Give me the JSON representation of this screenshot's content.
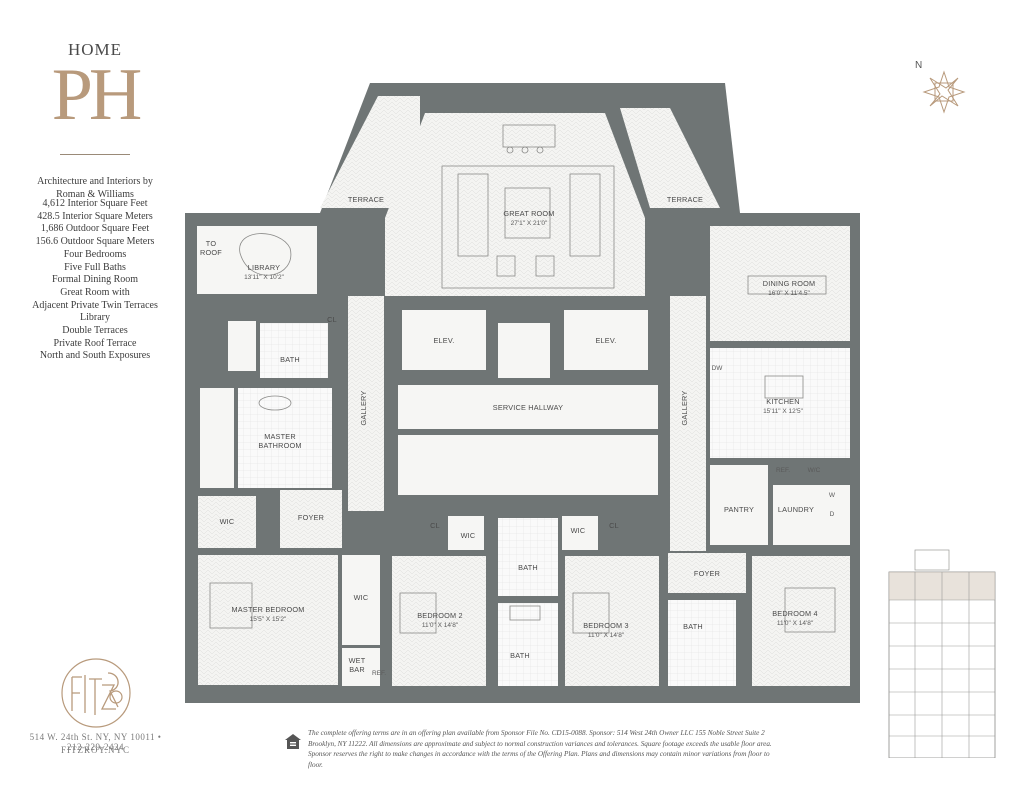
{
  "header": {
    "home_label": "HOME",
    "unit_label": "PH"
  },
  "credit": {
    "line1": "Architecture and Interiors by",
    "line2": "Roman & Williams"
  },
  "features": [
    "4,612 Interior Square Feet",
    "428.5 Interior Square Meters",
    "1,686 Outdoor Square Feet",
    "156.6 Outdoor Square Meters",
    "Four Bedrooms",
    "Five Full Baths",
    "Formal Dining Room",
    "Great Room with",
    "Adjacent Private Twin Terraces",
    "Library",
    "Double Terraces",
    "Private Roof Terrace",
    "North and South Exposures"
  ],
  "compass": {
    "north_label": "N"
  },
  "rooms": {
    "great_room": {
      "name": "GREAT ROOM",
      "dims": "27'1\" X 21'0\""
    },
    "library": {
      "name": "LIBRARY",
      "dims": "13'11\" X 10'2\""
    },
    "to_roof": {
      "line1": "TO",
      "line2": "ROOF"
    },
    "terrace_left": "TERRACE",
    "terrace_right": "TERRACE",
    "dining_room": {
      "name": "DINING ROOM",
      "dims": "16'0\" X 11'4.5\""
    },
    "kitchen": {
      "name": "KITCHEN",
      "dims": "15'11\" X 12'5\""
    },
    "dw": "DW",
    "ref_kitchen": "REF.",
    "wic_kitchen": "W/C",
    "pantry": "PANTRY",
    "laundry": "LAUNDRY",
    "washer": "W",
    "dryer": "D",
    "elev_left": "ELEV.",
    "elev_right": "ELEV.",
    "service_hallway": "SERVICE HALLWAY",
    "gallery_left": "GALLERY",
    "gallery_right": "GALLERY",
    "cl_library": "CL",
    "bath_top": "BATH",
    "master_bathroom": {
      "line1": "MASTER",
      "line2": "BATHROOM"
    },
    "wic_master": "WIC",
    "foyer_left": "FOYER",
    "master_bedroom": {
      "name": "MASTER BEDROOM",
      "dims": "15'5\" X 15'2\""
    },
    "wic_master2": "WIC",
    "wet_bar": {
      "line1": "WET",
      "line2": "BAR"
    },
    "ref_bar": "REF.",
    "cl_bed2": "CL",
    "wic_bed2": "WIC",
    "bedroom2": {
      "name": "BEDROOM 2",
      "dims": "11'0\" X 14'8\""
    },
    "bath_bed2": "BATH",
    "bath_lower": "BATH",
    "wic_bed3": "WIC",
    "cl_bed3": "CL",
    "bedroom3": {
      "name": "BEDROOM 3",
      "dims": "11'0\" X 14'8\""
    },
    "foyer_right": "FOYER",
    "bath_bed4": "BATH",
    "bedroom4": {
      "name": "BEDROOM 4",
      "dims": "11'0\" X 14'8\""
    }
  },
  "footer": {
    "address": "514 W. 24th St. NY, NY 10011 • 212-229-2424",
    "website": "FITZROY.NYC",
    "disclaimer": "The complete offering terms are in an offering plan available from Sponsor File No. CD15-0088. Sponsor: 514 West 24th Owner LLC 155 Noble Street Suite 2 Brooklyn, NY 11222. All dimensions are approximate and subject to normal construction variances and tolerances. Square footage exceeds the usable floor area. Sponsor reserves the right to make changes in accordance with the terms of the Offering Plan. Plans and dimensions may contain minor variations from floor to floor."
  },
  "colors": {
    "wall": "#6f7575",
    "accent": "#b89a7c",
    "floor": "#f6f6f4"
  }
}
